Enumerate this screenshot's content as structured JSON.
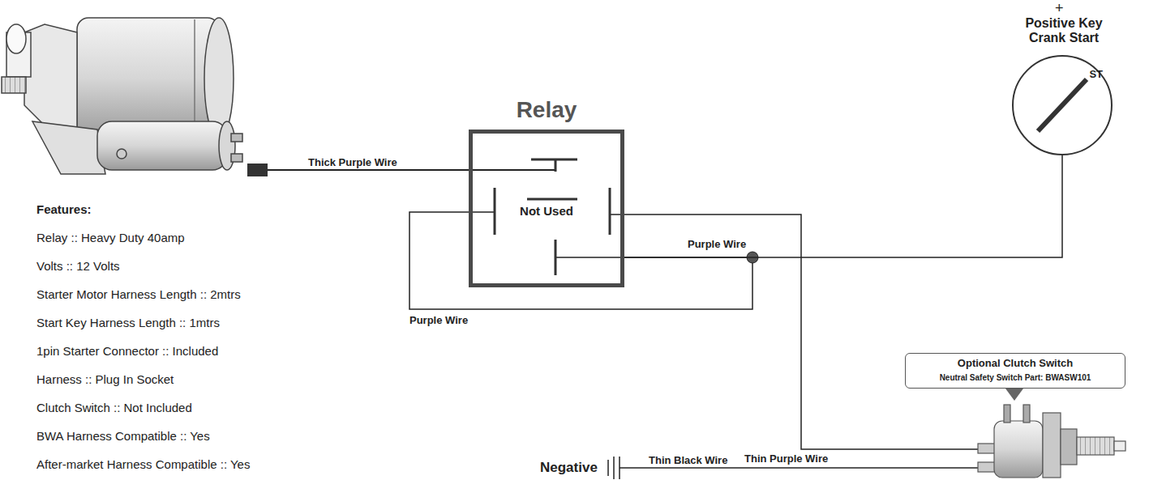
{
  "diagram": {
    "nodes": [
      {
        "text": [
          "Relay",
          "Not Used"
        ]
      },
      {
        "text": [
          "Positive Key Crank Start",
          "ST"
        ]
      },
      {
        "text": [
          "Optional Clutch Switch",
          "Neutral Safety Switch Part: BWASW101"
        ]
      }
    ],
    "edges": [
      {
        "from": 0,
        "to": 1,
        "arrow": "none",
        "label": "Purple Wire"
      }
    ],
    "labels": [
      "Thick Purple Wire",
      "Purple Wire",
      "Thin Purple Wire",
      "Thin Black Wire",
      "Negative",
      "+",
      "Features:",
      "Relay :: Heavy Duty 40amp",
      "Volts :: 12 Volts",
      "Starter Motor Harness Length :: 2mtrs",
      "Start Key Harness Length :: 1mtrs",
      "1pin Starter Connector :: Included",
      "Harness :: Plug In Socket",
      "Clutch Switch :: Not Included",
      "BWA Harness Compatible :: Yes",
      "After-market Harness Compatible :: Yes"
    ]
  }
}
